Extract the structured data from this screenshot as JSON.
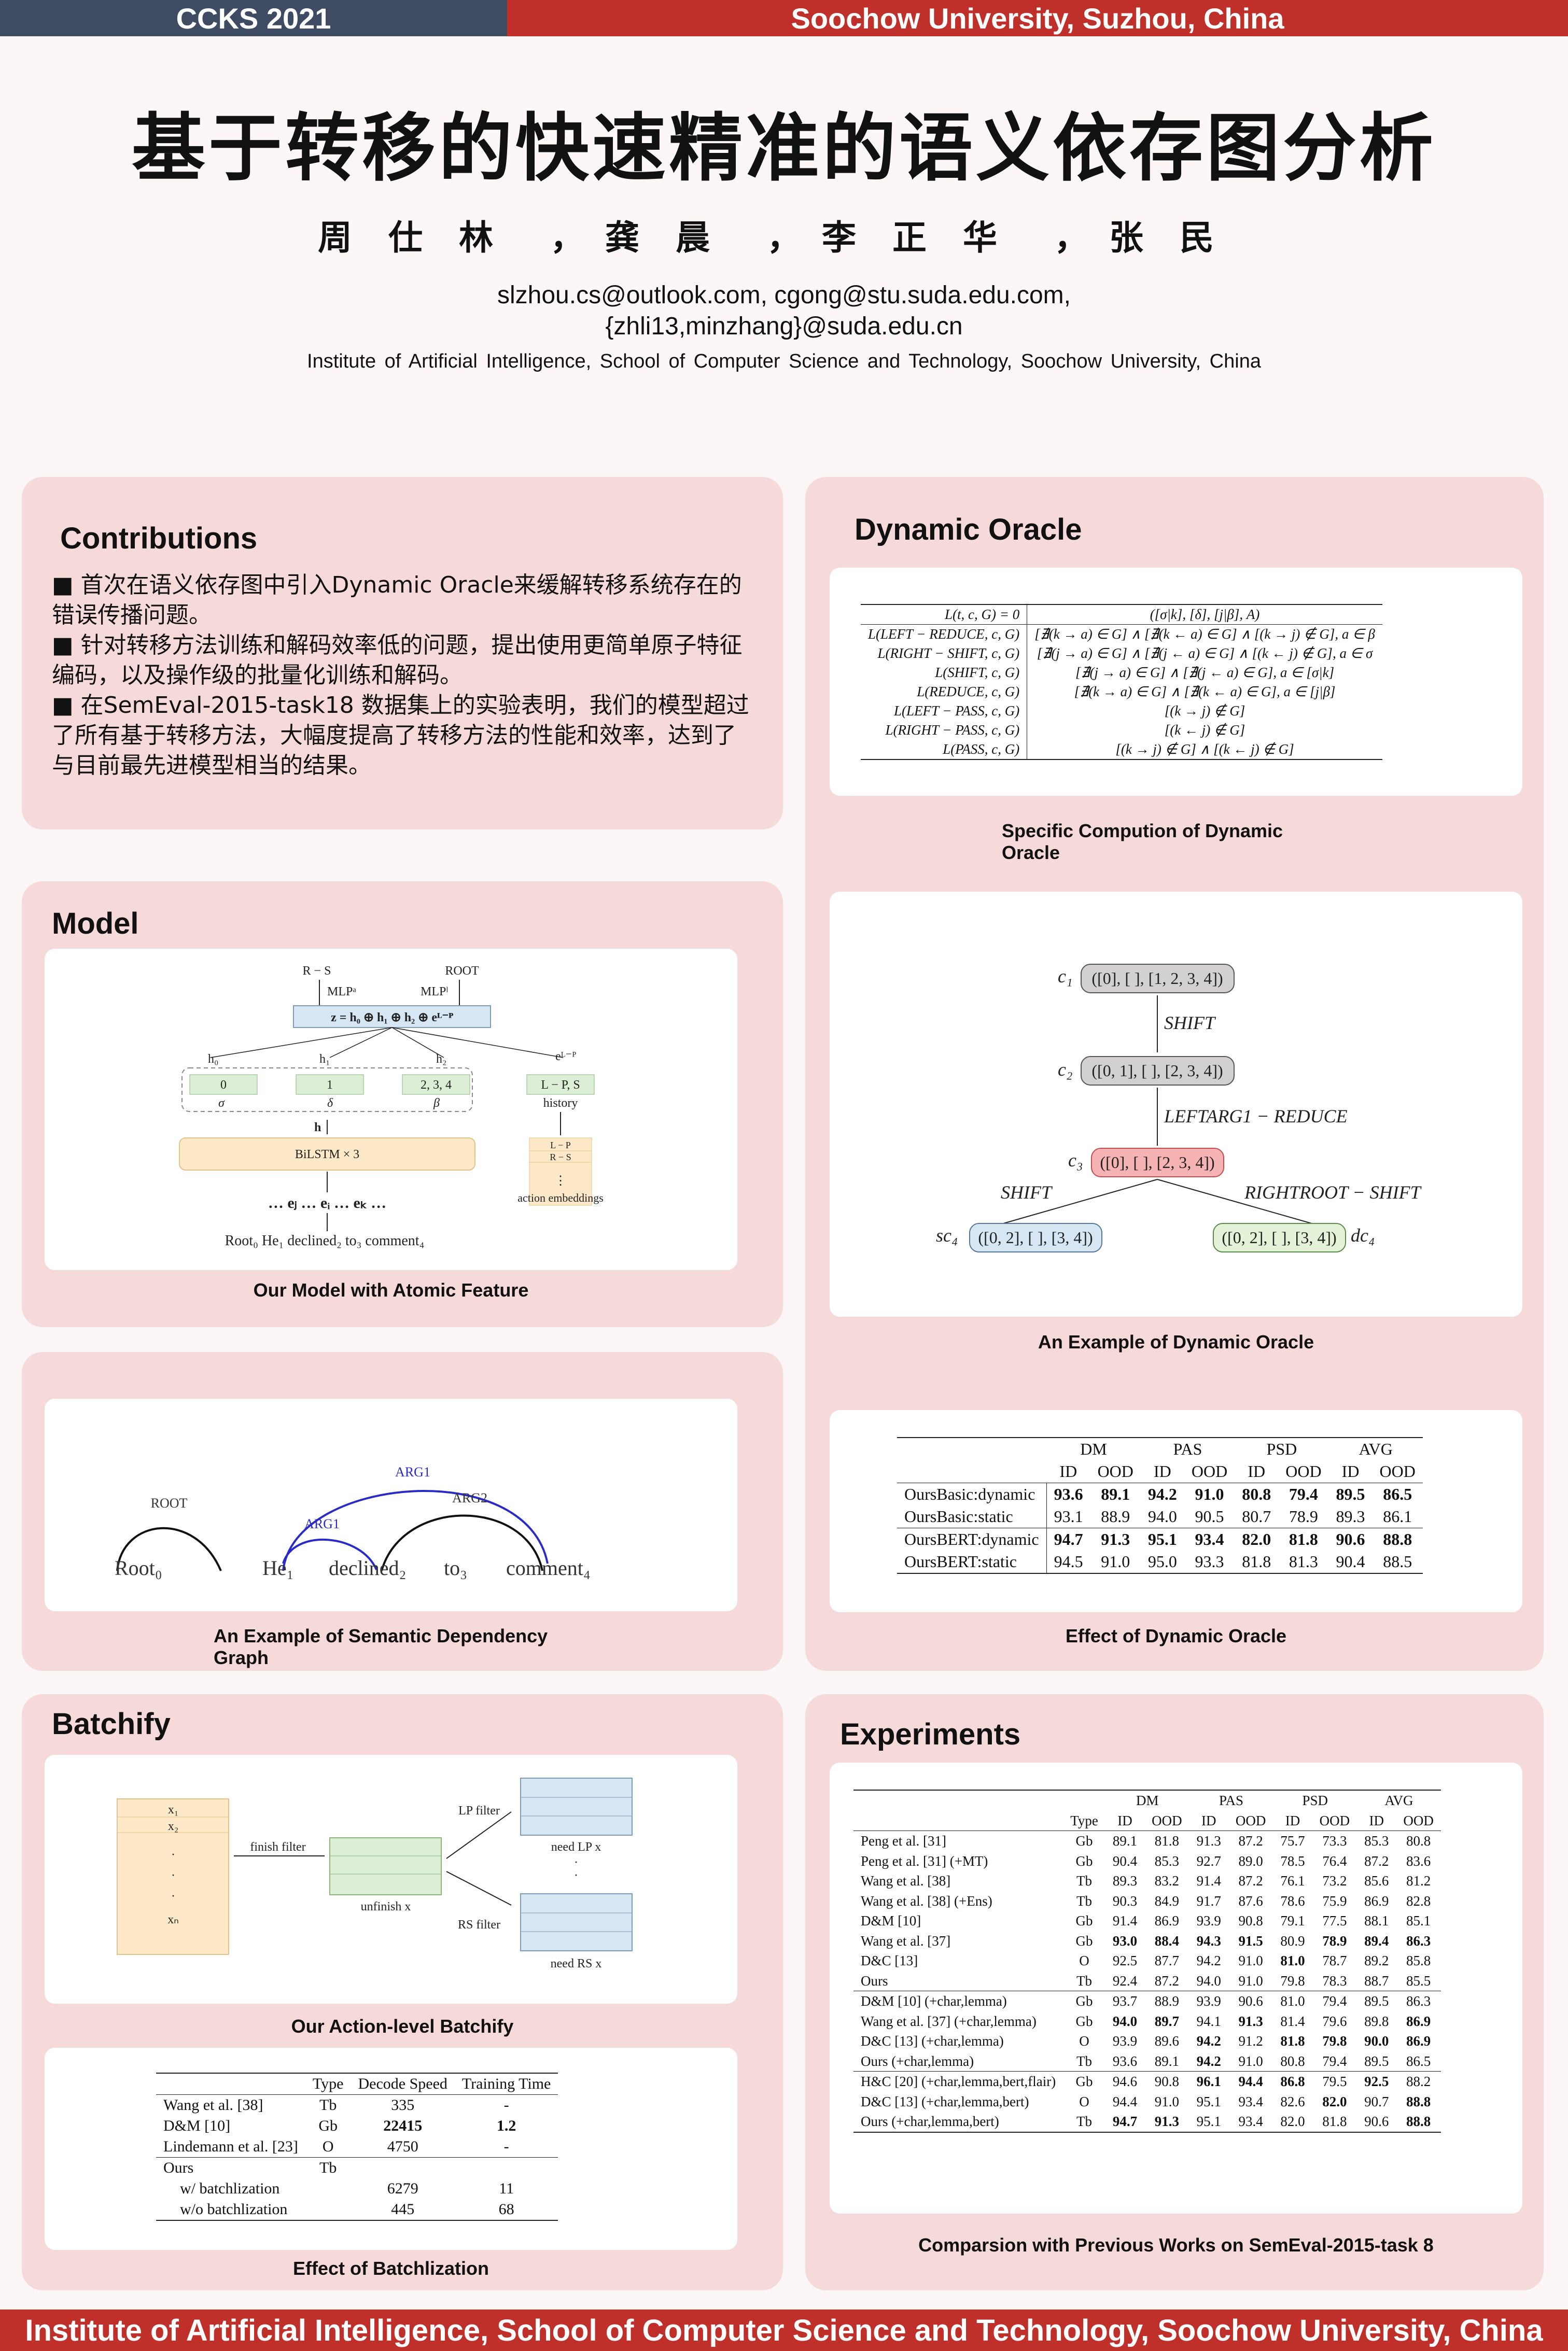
{
  "header": {
    "conference": "CCKS 2021",
    "location": "Soochow University, Suzhou, China"
  },
  "title": "基于转移的快速精准的语义依存图分析",
  "authors": [
    "周仕林",
    "龚晨",
    "李正华",
    "张民"
  ],
  "author_sep": "，",
  "emails": [
    "slzhou.cs@outlook.com, cgong@stu.suda.edu.com,",
    "{zhli13,minzhang}@suda.edu.cn"
  ],
  "affiliation": "Institute of Artificial Intelligence, School of Computer Science and Technology, Soochow University, China",
  "contributions": {
    "title": "Contributions",
    "items": [
      "■ 首次在语义依存图中引入Dynamic Oracle来缓解转移系统存在的错误传播问题。",
      "■ 针对转移方法训练和解码效率低的问题，提出使用更简单原子特征编码，以及操作级的批量化训练和解码。",
      "■ 在SemEval-2015-task18 数据集上的实验表明，我们的模型超过了所有基于转移方法，大幅度提高了转移方法的性能和效率，达到了与目前最先进模型相当的结果。"
    ]
  },
  "model": {
    "title": "Model",
    "caption": "Our Model with Atomic Feature",
    "fig": {
      "rs": "R − S",
      "root": "ROOT",
      "mlpa": "MLPᵃ",
      "mlpl": "MLPˡ",
      "z": "z = h₀ ⊕ h₁ ⊕ h₂ ⊕ eᴸ⁻ᴾ",
      "h0": "h₀",
      "h1": "h₁",
      "h2": "h₂",
      "elp": "eᴸ⁻ᴾ",
      "b0": "0",
      "b1": "1",
      "b2": "2, 3, 4",
      "b3": "L − P, S",
      "sigma": "σ",
      "delta": "δ",
      "beta": "β",
      "history": "history",
      "h": "h",
      "bilstm": "BiLSTM × 3",
      "emb_lp": "L − P",
      "emb_rs": "R − S",
      "emb_dots": "⋮",
      "action_emb": "action embeddings",
      "tokens_e": "… eⱼ … eᵢ … eₖ …",
      "words": "Root₀  He₁  declined₂  to₃  comment₄"
    }
  },
  "sdg": {
    "caption": "An Example of Semantic Dependency Graph",
    "arcs": [
      "ROOT",
      "ARG1",
      "ARG1",
      "ARG2"
    ],
    "words": [
      "Root₀",
      "He₁",
      "declined₂",
      "to₃",
      "comment₄"
    ]
  },
  "batchify": {
    "title": "Batchify",
    "caption": "Our Action-level Batchify",
    "fig": {
      "x1": "x₁",
      "x2": "x₂",
      "xdots": "·",
      "xn": "xₙ",
      "finish": "finish filter",
      "unfinish": "unfinish x",
      "lp": "LP filter",
      "rs": "RS filter",
      "needlp": "need LP x",
      "needrs": "need RS x"
    },
    "table_caption": "Effect of Batchlization",
    "table": {
      "header": [
        "",
        "Type",
        "Decode Speed",
        "Training Time"
      ],
      "rows": [
        [
          "Wang et al. [38]",
          "Tb",
          "335",
          "-"
        ],
        [
          "D&M [10]",
          "Gb",
          "22415",
          "1.2"
        ],
        [
          "Lindemann et al. [23]",
          "O",
          "4750",
          "-"
        ],
        [
          "Ours",
          "Tb",
          "",
          ""
        ],
        [
          "w/  batchlization",
          "",
          "6279",
          "11"
        ],
        [
          "w/o batchlization",
          "",
          "445",
          "68"
        ]
      ]
    }
  },
  "dynamic_oracle": {
    "title": "Dynamic Oracle",
    "caption1": "Specific Compution of Dynamic Oracle",
    "formulas": [
      [
        "L(t, c, G) = 0",
        "([σ|k], [δ], [j|β], A)"
      ],
      [
        "L(LEFT − REDUCE, c, G)",
        "[∄(k → a) ∈ G] ∧ [∄(k ← a) ∈ G] ∧ [(k → j) ∉ G], a ∈ β"
      ],
      [
        "L(RIGHT − SHIFT, c, G)",
        "[∄(j → a) ∈ G] ∧ [∄(j ← a) ∈ G] ∧ [(k ← j) ∉ G], a ∈ σ"
      ],
      [
        "L(SHIFT, c, G)",
        "[∄(j → a) ∈ G] ∧ [∄(j ← a) ∈ G], a ∈ [σ|k]"
      ],
      [
        "L(REDUCE, c, G)",
        "[∄(k → a) ∈ G] ∧ [∄(k ← a) ∈ G], a ∈ [j|β]"
      ],
      [
        "L(LEFT − PASS, c, G)",
        "[(k → j) ∉ G]"
      ],
      [
        "L(RIGHT − PASS, c, G)",
        "[(k ← j) ∉ G]"
      ],
      [
        "L(PASS, c, G)",
        "[(k → j) ∉ G] ∧ [(k ← j) ∉ G]"
      ]
    ],
    "caption2": "An Example of Dynamic Oracle",
    "example": {
      "c1": "c₁",
      "c1box": "([0], [ ], [1, 2, 3, 4])",
      "a1": "SHIFT",
      "c2": "c₂",
      "c2box": "([0, 1], [ ], [2, 3, 4])",
      "a2": "LEFTARG1 − REDUCE",
      "c3": "c₃",
      "c3box": "([0], [ ], [2, 3, 4])",
      "a3": "SHIFT",
      "a4": "RIGHTROOT − SHIFT",
      "sc4": "sc₄",
      "sc4box": "([0, 2], [ ], [3, 4])",
      "dc4": "dc₄",
      "dc4box": "([0, 2], [ ], [3, 4])"
    },
    "caption3": "Effect of Dynamic Oracle",
    "table": {
      "groups": [
        "DM",
        "PAS",
        "PSD",
        "AVG"
      ],
      "sub": [
        "ID",
        "OOD"
      ],
      "rows": [
        {
          "name": "OursBasic:dynamic",
          "vals": [
            "93.6",
            "89.1",
            "94.2",
            "91.0",
            "80.8",
            "79.4",
            "89.5",
            "86.5"
          ],
          "bold": true
        },
        {
          "name": "OursBasic:static",
          "vals": [
            "93.1",
            "88.9",
            "94.0",
            "90.5",
            "80.7",
            "78.9",
            "89.3",
            "86.1"
          ],
          "bold": false
        },
        {
          "name": "OursBERT:dynamic",
          "vals": [
            "94.7",
            "91.3",
            "95.1",
            "93.4",
            "82.0",
            "81.8",
            "90.6",
            "88.8"
          ],
          "bold": true
        },
        {
          "name": "OursBERT:static",
          "vals": [
            "94.5",
            "91.0",
            "95.0",
            "93.3",
            "81.8",
            "81.3",
            "90.4",
            "88.5"
          ],
          "bold": false
        }
      ]
    }
  },
  "experiments": {
    "title": "Experiments",
    "caption": "Comparsion with Previous Works on SemEval-2015-task 8",
    "table": {
      "groups": [
        "DM",
        "PAS",
        "PSD",
        "AVG"
      ],
      "type_label": "Type",
      "sub": [
        "ID",
        "OOD"
      ],
      "sections": [
        [
          [
            "Peng et al. [31]",
            "Gb",
            "89.1",
            "81.8",
            "91.3",
            "87.2",
            "75.7",
            "73.3",
            "85.3",
            "80.8"
          ],
          [
            "Peng et al. [31] (+MT)",
            "Gb",
            "90.4",
            "85.3",
            "92.7",
            "89.0",
            "78.5",
            "76.4",
            "87.2",
            "83.6"
          ],
          [
            "Wang et al. [38]",
            "Tb",
            "89.3",
            "83.2",
            "91.4",
            "87.2",
            "76.1",
            "73.2",
            "85.6",
            "81.2"
          ],
          [
            "Wang et al. [38] (+Ens)",
            "Tb",
            "90.3",
            "84.9",
            "91.7",
            "87.6",
            "78.6",
            "75.9",
            "86.9",
            "82.8"
          ],
          [
            "D&M [10]",
            "Gb",
            "91.4",
            "86.9",
            "93.9",
            "90.8",
            "79.1",
            "77.5",
            "88.1",
            "85.1"
          ],
          [
            "Wang et al. [37]",
            "Gb",
            "93.0",
            "88.4",
            "94.3",
            "91.5",
            "80.9",
            "78.9",
            "89.4",
            "86.3"
          ],
          [
            "D&C [13]",
            "O",
            "92.5",
            "87.7",
            "94.2",
            "91.0",
            "81.0",
            "78.7",
            "89.2",
            "85.8"
          ],
          [
            "Ours",
            "Tb",
            "92.4",
            "87.2",
            "94.0",
            "91.0",
            "79.8",
            "78.3",
            "88.7",
            "85.5"
          ]
        ],
        [
          [
            "D&M [10] (+char,lemma)",
            "Gb",
            "93.7",
            "88.9",
            "93.9",
            "90.6",
            "81.0",
            "79.4",
            "89.5",
            "86.3"
          ],
          [
            "Wang et al. [37] (+char,lemma)",
            "Gb",
            "94.0",
            "89.7",
            "94.1",
            "91.3",
            "81.4",
            "79.6",
            "89.8",
            "86.9"
          ],
          [
            "D&C [13] (+char,lemma)",
            "O",
            "93.9",
            "89.6",
            "94.2",
            "91.2",
            "81.8",
            "79.8",
            "90.0",
            "86.9"
          ],
          [
            "Ours (+char,lemma)",
            "Tb",
            "93.6",
            "89.1",
            "94.2",
            "91.0",
            "80.8",
            "79.4",
            "89.5",
            "86.5"
          ]
        ],
        [
          [
            "H&C [20] (+char,lemma,bert,flair)",
            "Gb",
            "94.6",
            "90.8",
            "96.1",
            "94.4",
            "86.8",
            "79.5",
            "92.5",
            "88.2"
          ],
          [
            "D&C [13] (+char,lemma,bert)",
            "O",
            "94.4",
            "91.0",
            "95.1",
            "93.4",
            "82.6",
            "82.0",
            "90.7",
            "88.8"
          ],
          [
            "Ours (+char,lemma,bert)",
            "Tb",
            "94.7",
            "91.3",
            "95.1",
            "93.4",
            "82.0",
            "81.8",
            "90.6",
            "88.8"
          ]
        ]
      ],
      "bold": [
        [],
        [],
        [],
        [],
        [],
        [
          2,
          3,
          4,
          5,
          7,
          8,
          9
        ],
        [
          6
        ],
        [],
        [],
        [
          2,
          3,
          5,
          9
        ],
        [
          4,
          6,
          7,
          8,
          9
        ],
        [
          4
        ],
        [
          4,
          5,
          6,
          8
        ],
        [
          7,
          9
        ],
        [
          2,
          3,
          9
        ]
      ]
    }
  },
  "footer": "Institute of Artificial Intelligence, School of Computer Science and Technology, Soochow University, China"
}
